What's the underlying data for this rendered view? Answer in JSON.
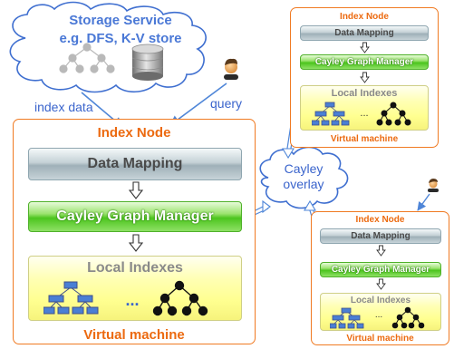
{
  "storage": {
    "line1": "Storage Service",
    "line2": "e.g. DFS, K-V store"
  },
  "edges": {
    "index_data": "index data",
    "query": "query"
  },
  "cayley_overlay": {
    "line1": "Cayley",
    "line2": "overlay"
  },
  "main_node": {
    "title": "Index Node",
    "data_mapping": "Data Mapping",
    "cayley_graph_manager": "Cayley Graph Manager",
    "local_indexes": "Local Indexes",
    "ellipsis": "...",
    "virtual_machine": "Virtual machine"
  },
  "top_right_node": {
    "title": "Index Node",
    "data_mapping": "Data Mapping",
    "cayley_graph_manager": "Cayley Graph Manager",
    "local_indexes": "Local Indexes",
    "ellipsis": "...",
    "virtual_machine": "Virtual machine"
  },
  "bottom_right_node": {
    "title": "Index Node",
    "data_mapping": "Data Mapping",
    "cayley_graph_manager": "Cayley Graph Manager",
    "local_indexes": "Local Indexes",
    "ellipsis": "...",
    "virtual_machine": "Virtual machine"
  },
  "colors": {
    "node_border": "#f07a22",
    "node_title": "#ec6a10",
    "link_blue": "#3a64cc",
    "cloud_border": "#3f6fd0"
  }
}
